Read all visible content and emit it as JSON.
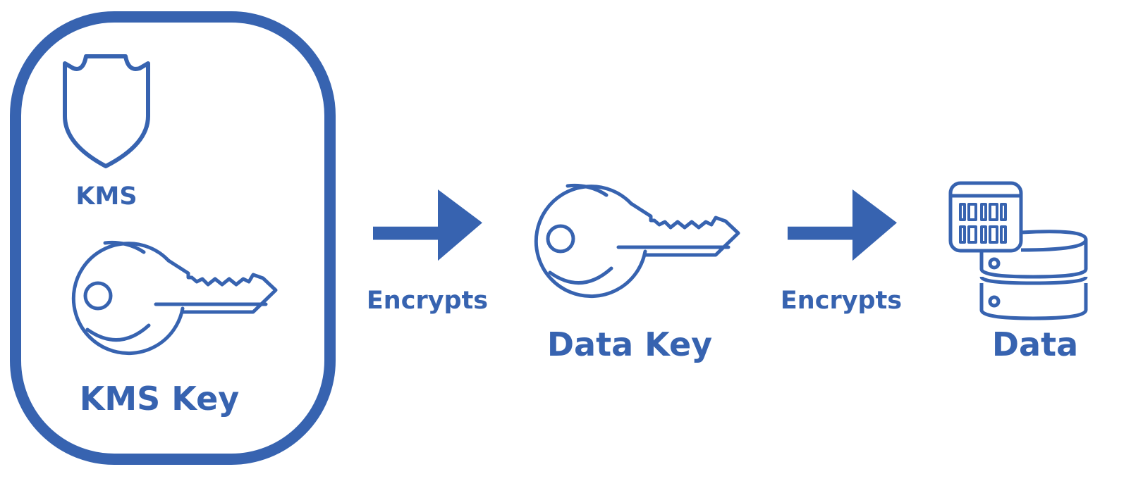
{
  "colors": {
    "accent": "#3763b0",
    "background": "#ffffff"
  },
  "kms_group": {
    "service_icon": "shield-icon",
    "service_label": "KMS",
    "key_icon": "key-icon",
    "key_label": "KMS Key"
  },
  "arrow_1": {
    "icon": "right-arrow-icon",
    "label": "Encrypts"
  },
  "data_key": {
    "icon": "key-icon",
    "label": "Data Key"
  },
  "arrow_2": {
    "icon": "right-arrow-icon",
    "label": "Encrypts"
  },
  "data": {
    "icon": "database-binary-icon",
    "label": "Data"
  }
}
